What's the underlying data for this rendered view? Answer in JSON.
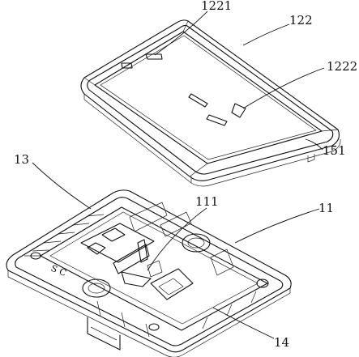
{
  "labels": {
    "l1221": "1221",
    "l122": "122",
    "l1222": "1222",
    "l151": "151",
    "l13": "13",
    "l111": "111",
    "l11": "11",
    "l14": "14"
  },
  "marking": "S C"
}
